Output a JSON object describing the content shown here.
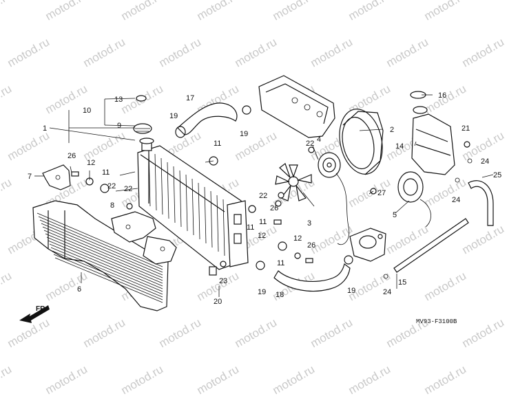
{
  "watermark": "motod.ru",
  "diagram_code": "MV93-F3100B",
  "front_marker": "FR.",
  "callouts": {
    "c1": "1",
    "c2": "2",
    "c3": "3",
    "c4": "4",
    "c5": "5",
    "c6": "6",
    "c7": "7",
    "c8": "8",
    "c9": "9",
    "c10": "10",
    "c11a": "11",
    "c11b": "11",
    "c11c": "11",
    "c11d": "11",
    "c12a": "12",
    "c12b": "12",
    "c12c": "12",
    "c13": "13",
    "c14": "14",
    "c15": "15",
    "c16": "16",
    "c17": "17",
    "c18": "18",
    "c19a": "19",
    "c19b": "19",
    "c19c": "19",
    "c19d": "19",
    "c20": "20",
    "c21": "21",
    "c22a": "22",
    "c22b": "22",
    "c22c": "22",
    "c23": "23",
    "c24a": "24",
    "c24b": "24",
    "c24c": "24",
    "c25": "25",
    "c26a": "26",
    "c26b": "26",
    "c26c": "26",
    "c27": "27"
  }
}
